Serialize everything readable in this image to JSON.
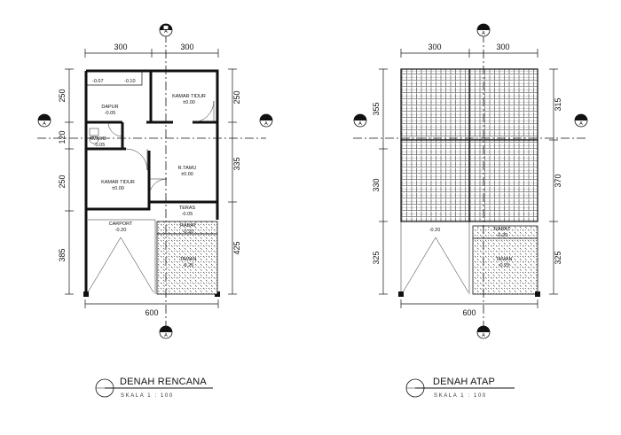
{
  "plan_left": {
    "title": "DENAH RENCANA",
    "scale": "SKALA   1 : 100",
    "dims_top": [
      "300",
      "300"
    ],
    "dims_bottom": "600",
    "dims_left": [
      "250",
      "120",
      "250",
      "385"
    ],
    "dims_right": [
      "250",
      "335",
      "425"
    ],
    "rooms": [
      {
        "name": "-0.07",
        "level": ""
      },
      {
        "name": "-0.10",
        "level": ""
      },
      {
        "name": "DAPUR",
        "level": "-0.05"
      },
      {
        "name": "KAMAR TIDUR",
        "level": "±0.00"
      },
      {
        "name": "KM/WC",
        "level": "-0.05"
      },
      {
        "name": "KAMAR TIDUR",
        "level": "±0.00"
      },
      {
        "name": "R.TAMU",
        "level": "±0.00"
      },
      {
        "name": "TERAS",
        "level": "-0.05"
      },
      {
        "name": "CARPORT",
        "level": "-0.20"
      },
      {
        "name": "RABAT",
        "level": "-0.20"
      },
      {
        "name": "TAMAN",
        "level": "-0.25"
      }
    ]
  },
  "plan_right": {
    "title": "DENAH ATAP",
    "scale": "SKALA   1 : 100",
    "dims_top": [
      "300",
      "300"
    ],
    "dims_bottom": "600",
    "dims_left": [
      "355",
      "330",
      "325"
    ],
    "dims_right": [
      "315",
      "370",
      "325"
    ],
    "labels": [
      {
        "name": "-0.20",
        "level": ""
      },
      {
        "name": "RABAT",
        "level": "-0.20"
      },
      {
        "name": "TAMAN",
        "level": "-0.25"
      }
    ]
  },
  "section_marker_label": "A",
  "colors": {
    "line": "#111111",
    "paper": "#ffffff"
  }
}
